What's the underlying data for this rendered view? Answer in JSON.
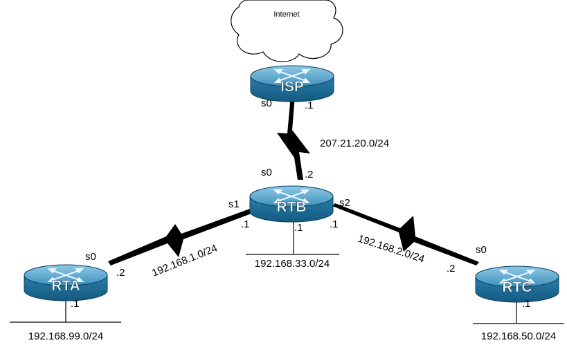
{
  "cloud": {
    "label": "Internet"
  },
  "routers": {
    "isp": {
      "name": "ISP"
    },
    "rtb": {
      "name": "RTB"
    },
    "rta": {
      "name": "RTA"
    },
    "rtc": {
      "name": "RTC"
    }
  },
  "links": {
    "isp_rtb": {
      "network": "207.21.20.0/24",
      "isp_port": "s0",
      "isp_host": ".1",
      "rtb_port": "s0",
      "rtb_host": ".2"
    },
    "rtb_rta": {
      "network": "192.168.1.0/24",
      "rtb_port": "s1",
      "rtb_host": ".1",
      "rta_port": "s0",
      "rta_host": ".2"
    },
    "rtb_rtc": {
      "network": "192.168.2.0/24",
      "rtb_port": "s2",
      "rtb_host": ".1",
      "rtc_port": "s0",
      "rtc_host": ".2"
    }
  },
  "lans": {
    "rtb": {
      "network": "192.168.33.0/24",
      "host": ".1"
    },
    "rta": {
      "network": "192.168.99.0/24",
      "host": ".1"
    },
    "rtc": {
      "network": "192.168.50.0/24",
      "host": ".1"
    }
  },
  "colors": {
    "router_top": "#5fa9cf",
    "router_side": "#1f6f98",
    "router_edge": "#0b3e58",
    "link": "#000000"
  }
}
